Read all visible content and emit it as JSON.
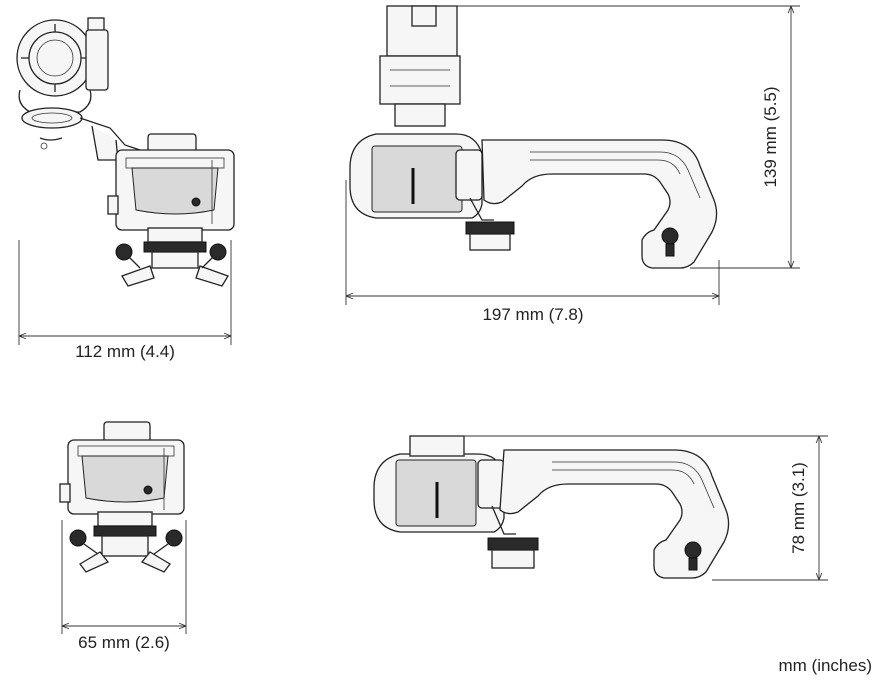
{
  "dimensions": {
    "front_width": "112 mm (4.4)",
    "side_width": "197 mm (7.8)",
    "side_height": "139 mm (5.5)",
    "front_width_no_holder": "65 mm (2.6)",
    "side_height_no_holder": "78 mm (3.1)"
  },
  "units_note": "mm (inches)"
}
